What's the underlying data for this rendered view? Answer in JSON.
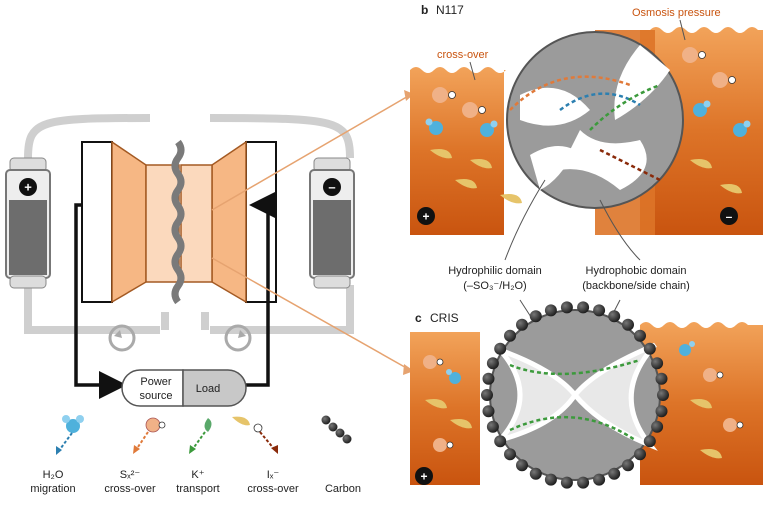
{
  "panel_b": {
    "letter": "b",
    "membrane": "N117",
    "osmosis_label": "Osmosis pressure",
    "crossover_label": "cross-over",
    "plus": "+",
    "minus": "–"
  },
  "panel_c": {
    "letter": "c",
    "membrane": "CRIS",
    "plus": "+"
  },
  "domains": {
    "hydrophilic_title": "Hydrophilic domain",
    "hydrophilic_detail": "(–SO₃⁻/H₂O)",
    "hydrophobic_title": "Hydrophobic domain",
    "hydrophobic_detail": "(backbone/side chain)"
  },
  "cell": {
    "power_label_1": "Power",
    "power_label_2": "source",
    "load_label": "Load",
    "left_tank_sign": "+",
    "right_tank_sign": "–"
  },
  "legend": [
    {
      "line1": "H₂O",
      "line2": "migration",
      "icon": "water-molecule-icon"
    },
    {
      "line1": "Sₓ²⁻",
      "line2": "cross-over",
      "icon": "polysulfide-icon"
    },
    {
      "line1": "K⁺",
      "line2": "transport",
      "icon": "potassium-ion-icon"
    },
    {
      "line1": "Iₓ⁻",
      "line2": "cross-over",
      "icon": "polyiodide-icon"
    },
    {
      "line1": "Carbon",
      "line2": "",
      "icon": "carbon-chain-icon"
    }
  ],
  "colors": {
    "orange_dark": "#c9540f",
    "orange_light": "#f2a35a",
    "grey_domain": "#9b9b9b",
    "water_blue": "#4fb1dc",
    "potassium_green": "#5aa86a",
    "polysulfide": "#e9a36b",
    "polyiodide": "#e6c46a"
  }
}
